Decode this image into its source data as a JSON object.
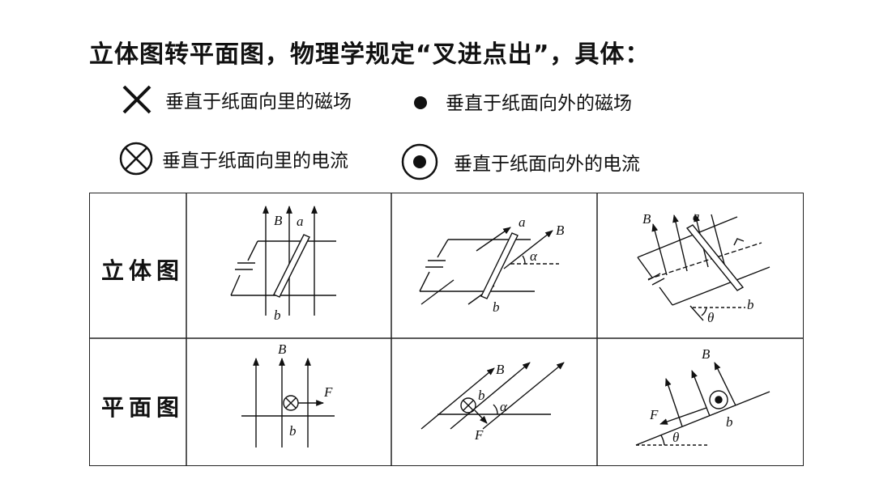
{
  "title": "立体图转平面图，物理学规定“叉进点出”，具体：",
  "legend": {
    "cross": "垂直于纸面向里的磁场",
    "dot": "垂直于纸面向外的磁场",
    "circle_cross": "垂直于纸面向里的电流",
    "circle_dot": "垂直于纸面向外的电流"
  },
  "rows": {
    "row1": "立体图",
    "row2": "平面图"
  },
  "labels": {
    "B": "B",
    "a": "a",
    "b": "b",
    "F": "F",
    "alpha": "α",
    "theta": "θ"
  }
}
